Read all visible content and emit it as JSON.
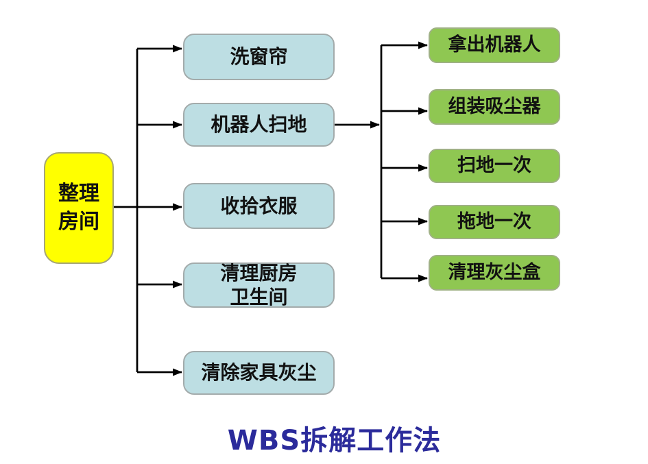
{
  "title": "WBS拆解工作法",
  "root": {
    "label": "整理\n房间"
  },
  "tasks": [
    {
      "label": "洗窗帘"
    },
    {
      "label": "机器人扫地"
    },
    {
      "label": "收拾衣服"
    },
    {
      "label": "清理厨房\n卫生间"
    },
    {
      "label": "清除家具灰尘"
    }
  ],
  "subtasks": [
    {
      "label": "拿出机器人"
    },
    {
      "label": "组装吸尘器"
    },
    {
      "label": "扫地一次"
    },
    {
      "label": "拖地一次"
    },
    {
      "label": "清理灰尘盒"
    }
  ],
  "colors": {
    "root_fill": "#FFFF00",
    "task_fill": "#BDDEE3",
    "subtask_fill": "#8FC752",
    "title_text": "#2B2B9B",
    "connector": "#000000",
    "background": "#FFFFFF"
  }
}
